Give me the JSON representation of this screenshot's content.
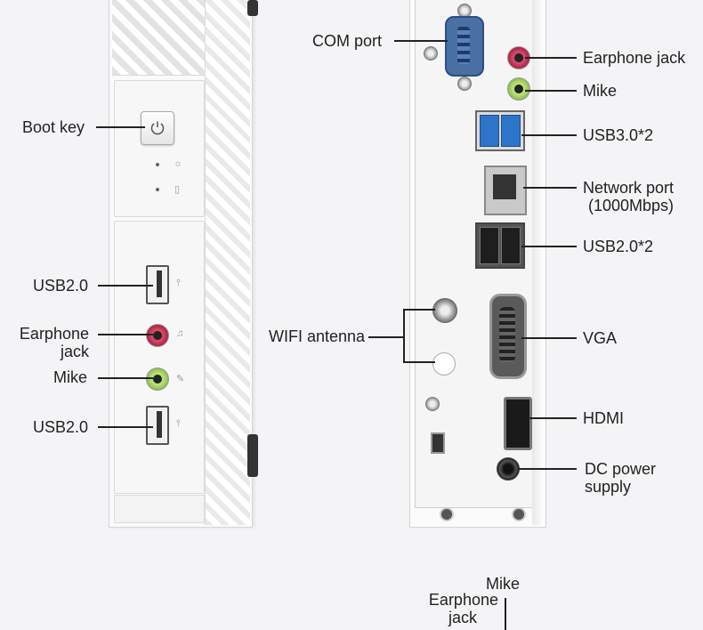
{
  "front_labels": {
    "boot_key": "Boot key",
    "usb_top": "USB2.0",
    "earphone_jack_line1": "Earphone",
    "earphone_jack_line2": "jack",
    "mike": "Mike",
    "usb_bottom": "USB2.0"
  },
  "rear_labels": {
    "com_port": "COM port",
    "earphone_jack": "Earphone jack",
    "mike": "Mike",
    "usb3": "USB3.0*2",
    "network_port_line1": "Network port",
    "network_port_line2": "(1000Mbps)",
    "usb2": "USB2.0*2",
    "wifi_antenna": "WIFI antenna",
    "vga": "VGA",
    "hdmi": "HDMI",
    "dc_power_line1": "DC power",
    "dc_power_line2": "supply"
  },
  "bottom_labels": {
    "mike": "Mike",
    "earphone_line1": "Earphone",
    "earphone_line2": "jack"
  },
  "colors": {
    "usb3_blue": "#2d75c8",
    "jack_pink": "#c8365a",
    "jack_green": "#9fcf5c",
    "com_port_blue": "#4a6fa3"
  }
}
